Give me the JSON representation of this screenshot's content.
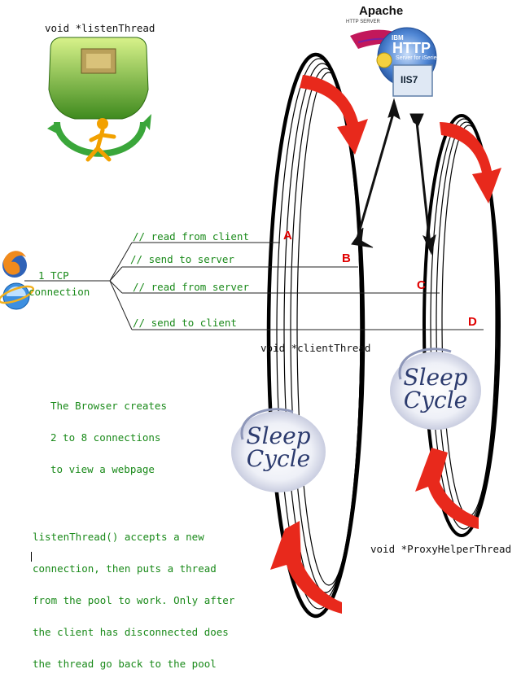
{
  "logos": {
    "apache": "Apache",
    "apache_sub": "HTTP SERVER",
    "ibm": "IBM",
    "http": "HTTP",
    "ibm_sub": "Server for iSeries",
    "iis": "IIS7"
  },
  "threads": {
    "listen": "void *listenThread",
    "client": "void *clientThread",
    "proxy": "void *ProxyHelperThread"
  },
  "connection": {
    "line1": "1 TCP",
    "line2": "connection"
  },
  "channels": [
    {
      "label": "// read from client",
      "marker": "A"
    },
    {
      "label": "// send to server",
      "marker": "B"
    },
    {
      "label": "// read from server",
      "marker": "C"
    },
    {
      "label": "// send to client",
      "marker": "D"
    }
  ],
  "sleep": {
    "word1": "Sleep",
    "word2": "Cycle"
  },
  "notes": {
    "browser": [
      "The Browser creates",
      "2 to 8 connections",
      "to view a webpage"
    ],
    "listen": [
      "listenThread() accepts a new",
      "connection, then puts a thread",
      "from the pool to work. Only after",
      "the client has disconnected does",
      "the thread go back to the pool"
    ]
  },
  "colors": {
    "text_green": "#1a8a1a",
    "marker_red": "#e00000",
    "arrow_red": "#e8291c",
    "sleep_blue": "#2c3b6e"
  }
}
